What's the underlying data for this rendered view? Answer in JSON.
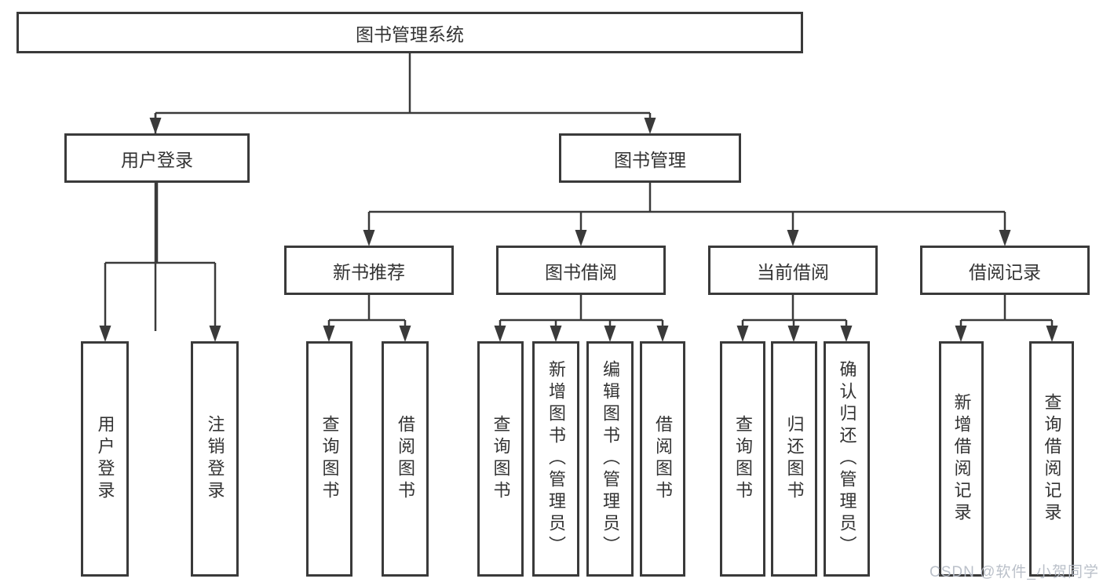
{
  "diagram": {
    "title": "图书管理系统",
    "level2": {
      "login": "用户登录",
      "manage": "图书管理"
    },
    "level3": {
      "newbook": "新书推荐",
      "borrow": "图书借阅",
      "current": "当前借阅",
      "records": "借阅记录"
    },
    "leaves": {
      "login": [
        "用户登录",
        "注销登录"
      ],
      "newbook": [
        "查询图书",
        "借阅图书"
      ],
      "borrow": [
        "查询图书",
        "新增图书（管理员）",
        "编辑图书（管理员）",
        "借阅图书"
      ],
      "current": [
        "查询图书",
        "归还图书",
        "确认归还（管理员）"
      ],
      "records": [
        "新增借阅记录",
        "查询借阅记录"
      ]
    }
  },
  "watermark": "CSDN @软件_小贺同学",
  "colors": {
    "line": "#3a3a3a",
    "text": "#333333",
    "watermark": "#b5bbc5",
    "background": "#ffffff"
  }
}
